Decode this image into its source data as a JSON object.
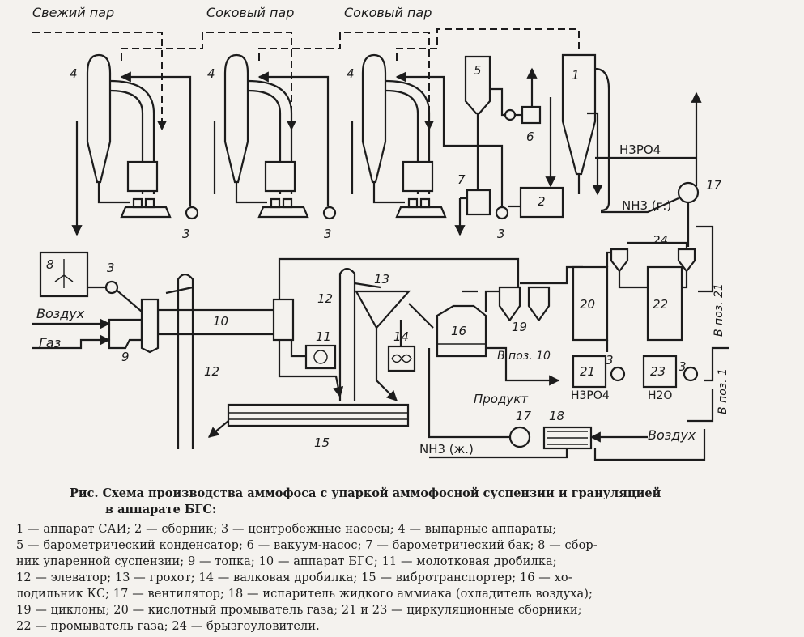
{
  "labels": {
    "fresh_steam": "Свежий пар",
    "juice_steam_1": "Соковый пар",
    "juice_steam_2": "Соковый пар",
    "air_left": "Воздух",
    "gas": "Газ",
    "h3po4_top": "H3PO4",
    "nh3_gas": "NH3 (г.)",
    "to_pos_10": "В поз. 10",
    "product": "Продукт",
    "nh3_liquid": "NH3 (ж.)",
    "air_right": "Воздух",
    "to_pos_21": "В поз. 21",
    "to_pos_1": "В поз. 1",
    "h3po4_bottom": "H3PO4",
    "h2o": "H2O"
  },
  "numbers": {
    "n1": "1",
    "n2": "2",
    "n3a": "3",
    "n3b": "3",
    "n3c": "3",
    "n3d": "3",
    "n3e": "3",
    "n3f": "3",
    "n4a": "4",
    "n4b": "4",
    "n4c": "4",
    "n5": "5",
    "n6": "6",
    "n7": "7",
    "n8": "8",
    "n9": "9",
    "n10": "10",
    "n11": "11",
    "n12a": "12",
    "n12b": "12",
    "n13": "13",
    "n14": "14",
    "n15": "15",
    "n16": "16",
    "n17a": "17",
    "n17b": "17",
    "n18": "18",
    "n19": "19",
    "n20": "20",
    "n21": "21",
    "n22": "22",
    "n23": "23",
    "n24": "24"
  },
  "caption": {
    "title_line1": "Рис.  Схема производства аммофоса с упаркой аммофосной суспензии и грануляцией",
    "title_line2": "в аппарате БГС:",
    "legend": [
      "1 — аппарат САИ;  2 — сборник;  3 — центробежные насосы;  4 — выпарные аппараты;",
      "5 — барометрический конденсатор;  6 — вакуум-насос;  7 — барометрический бак;  8 — сбор-",
      "ник  упаренной  суспензии;  9 — топка;  10 — аппарат БГС;  11 — молотковая дробилка;",
      "12 — элеватор;  13 — грохот;  14 — валковая дробилка;  15 — вибротранспортер;  16 — хо-",
      "лодильник КС;  17 — вентилятор;  18 — испаритель жидкого аммиака (охладитель воздуха);",
      "19 — циклоны;  20 — кислотный промыватель газа;  21 и 23 — циркуляционные сборники;",
      "22 — промыватель газа;  24 — брызгоуловители."
    ]
  }
}
